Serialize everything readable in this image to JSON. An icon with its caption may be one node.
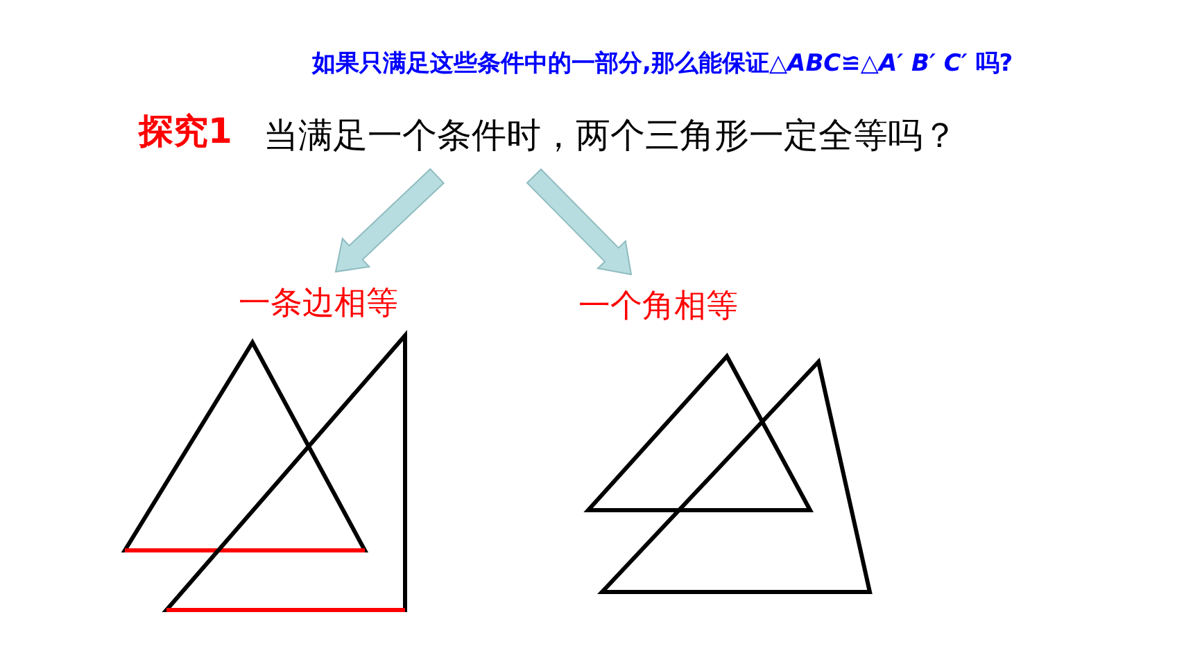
{
  "diagram": {
    "nodes": [
      {
        "text": [
          "当满足一个条件时，两个三角形一定全等吗？"
        ]
      },
      {
        "text": [
          "一条边相等"
        ]
      },
      {
        "text": [
          "一个角相等"
        ]
      }
    ],
    "edges": [
      {
        "from": 0,
        "to": 1,
        "arrow": "to"
      },
      {
        "from": 0,
        "to": 2,
        "arrow": "to"
      }
    ],
    "labels": [
      "如果只满足这些条件中的一部分,那么能保证△*ABC*≌△*A′ B′ C′* 吗?",
      "探究1"
    ]
  }
}
